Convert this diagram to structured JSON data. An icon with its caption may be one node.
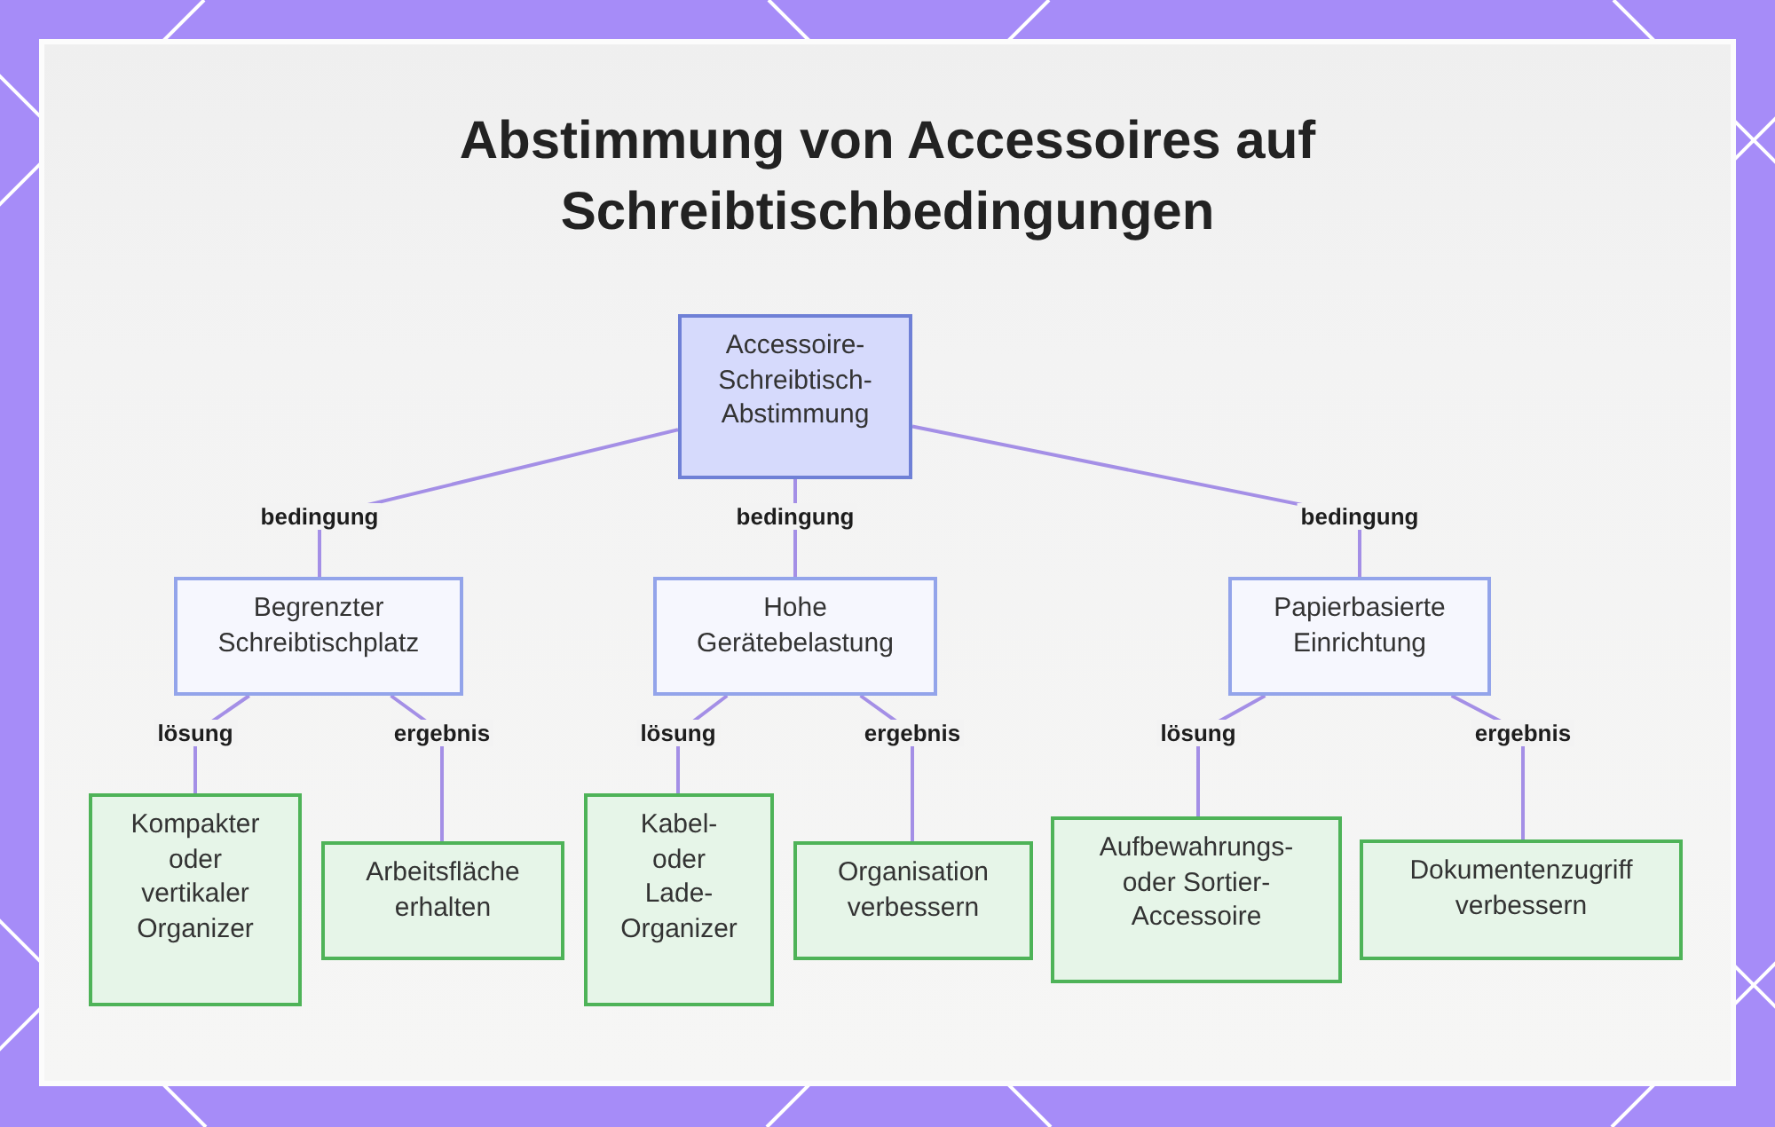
{
  "diagram": {
    "title": "Abstimmung von Accessoires auf Schreibtischbedingungen",
    "nodes": [
      {
        "text": [
          "Accessoire- Schreibtisch- Abstimmung"
        ]
      },
      {
        "text": [
          "Begrenzter Schreibtischplatz"
        ]
      },
      {
        "text": [
          "Hohe Gerätebelastung"
        ]
      },
      {
        "text": [
          "Papierbasierte Einrichtung"
        ]
      },
      {
        "text": [
          "Kompakter oder vertikaler Organizer"
        ]
      },
      {
        "text": [
          "Arbeitsfläche erhalten"
        ]
      },
      {
        "text": [
          "Kabel- oder Lade- Organizer"
        ]
      },
      {
        "text": [
          "Organisation verbessern"
        ]
      },
      {
        "text": [
          "Aufbewahrungs- oder Sortier- Accessoire"
        ]
      },
      {
        "text": [
          "Dokumentenzugriff verbessern"
        ]
      }
    ],
    "edges": [
      {
        "from": 0,
        "to": 1,
        "arrow": "none",
        "label": "bedingung"
      },
      {
        "from": 0,
        "to": 2,
        "arrow": "none",
        "label": "bedingung"
      },
      {
        "from": 0,
        "to": 3,
        "arrow": "none",
        "label": "bedingung"
      },
      {
        "from": 1,
        "to": 4,
        "arrow": "none",
        "label": "lösung"
      },
      {
        "from": 1,
        "to": 5,
        "arrow": "none",
        "label": "ergebnis"
      },
      {
        "from": 2,
        "to": 6,
        "arrow": "none",
        "label": "lösung"
      },
      {
        "from": 2,
        "to": 7,
        "arrow": "none",
        "label": "ergebnis"
      },
      {
        "from": 3,
        "to": 8,
        "arrow": "none",
        "label": "lösung"
      },
      {
        "from": 3,
        "to": 9,
        "arrow": "none",
        "label": "ergebnis"
      }
    ]
  }
}
